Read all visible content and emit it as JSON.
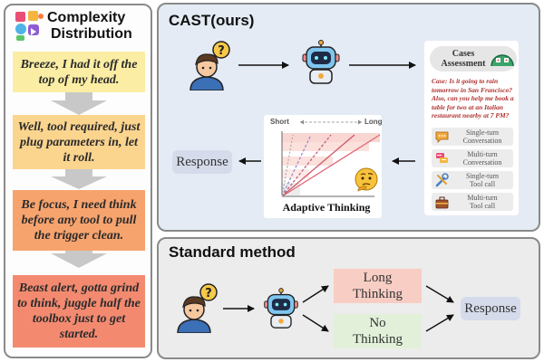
{
  "left": {
    "title_line1": "Complexity",
    "title_line2": "Distribution",
    "levels": [
      {
        "text": "Breeze, I had it off the top of my head.",
        "color": "#fbeea4"
      },
      {
        "text": "Well, tool required, just plug parameters in, let it roll.",
        "color": "#fbd48e"
      },
      {
        "text": "Be focus, I need think before any tool to pull the trigger clean.",
        "color": "#f7a36e"
      },
      {
        "text": "Beast alert, gotta grind to think, juggle half the toolbox just to get started.",
        "color": "#f38a70"
      }
    ]
  },
  "cast": {
    "title": "CAST(ours)",
    "cases_title_line1": "Cases",
    "cases_title_line2": "Assessment",
    "case_text": "Case: Is it going to rain tomorrow in San Francisco? Also, can you help me book a table for two at an Italian restaurant nearby at 7 PM?",
    "case_types": [
      {
        "line1": "Single-turn",
        "line2": "Conversation",
        "icon": "chat-bubble-icon"
      },
      {
        "line1": "Multi-turn",
        "line2": "Conversation",
        "icon": "multi-chat-icon"
      },
      {
        "line1": "Single-turn",
        "line2": "Tool call",
        "icon": "tools-icon"
      },
      {
        "line1": "Multi-turn",
        "line2": "Tool call",
        "icon": "toolbox-icon"
      }
    ],
    "short_label": "Short",
    "long_label": "Long",
    "adaptive_label": "Adaptive Thinking",
    "response_label": "Response"
  },
  "standard": {
    "title": "Standard method",
    "long_line1": "Long",
    "long_line2": "Thinking",
    "no_line1": "No",
    "no_line2": "Thinking",
    "response_label": "Response"
  },
  "colors": {
    "panel_border": "#8a8a8a",
    "cast_bg": "#e4ebf4",
    "standard_bg": "#ececec",
    "response_bg": "#d5dbea",
    "long_thinking_bg": "#f8cdc4",
    "no_thinking_bg": "#e2f0d9",
    "funnel_arrow": "#c8c8c8"
  }
}
